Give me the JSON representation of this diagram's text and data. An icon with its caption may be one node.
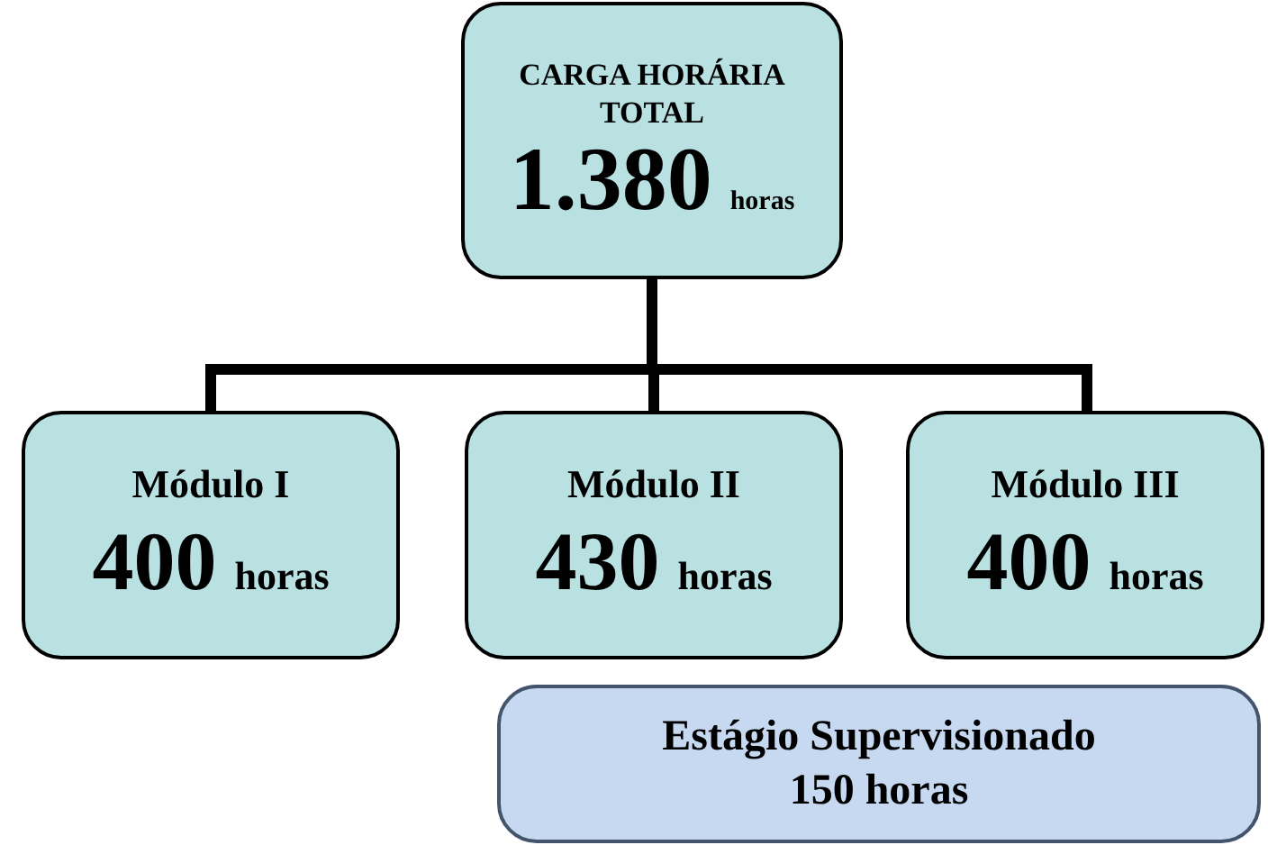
{
  "diagram": {
    "nodes": [
      {
        "text": [
          "CARGA HORÁRIA TOTAL",
          "1.380",
          "horas"
        ]
      },
      {
        "text": [
          "Módulo I",
          "400",
          "horas"
        ]
      },
      {
        "text": [
          "Módulo II",
          "430",
          "horas"
        ]
      },
      {
        "text": [
          "Módulo III",
          "400",
          "horas"
        ]
      },
      {
        "text": [
          "Estágio Supervisionado",
          "150 horas"
        ]
      }
    ],
    "edges": [
      {
        "from": 0,
        "to": 1,
        "arrow": "none"
      },
      {
        "from": 0,
        "to": 2,
        "arrow": "none"
      },
      {
        "from": 0,
        "to": 3,
        "arrow": "none"
      }
    ]
  }
}
